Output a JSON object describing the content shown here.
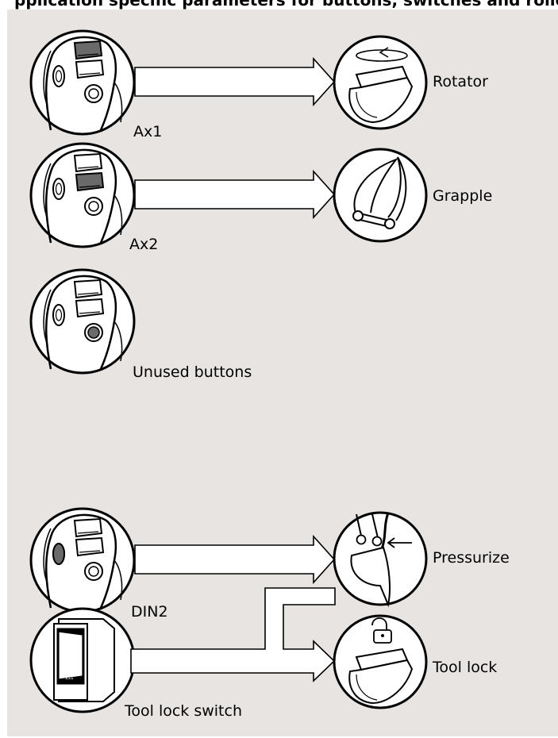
{
  "header_fragment": "pplication specific parameters for buttons, switches and rollers,",
  "joystick_labels": {
    "ax1": "Ax1",
    "ax2": "Ax2",
    "unused": "Unused buttons",
    "din2": "DIN2",
    "switch": "Tool lock switch"
  },
  "function_labels": {
    "rotator": "Rotator",
    "grapple": "Grapple",
    "pressurize": "Pressurize",
    "toollock": "Tool lock"
  },
  "colors": {
    "panel": "#e8e4e2",
    "highlight_button": "#6a6a6a",
    "line": "#000000",
    "fill": "#ffffff"
  }
}
